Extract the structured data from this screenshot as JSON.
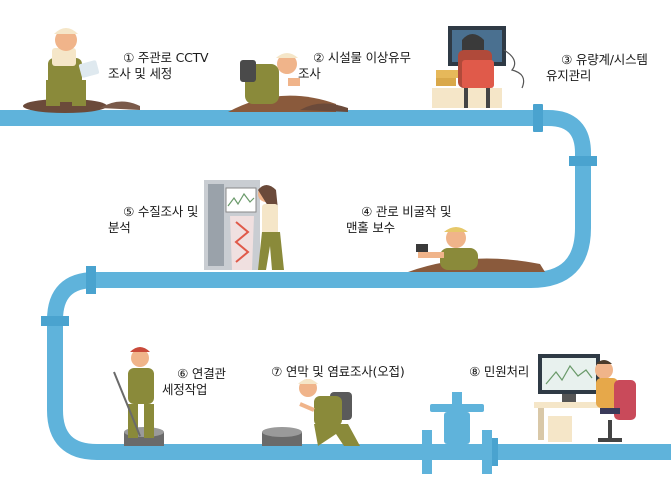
{
  "steps": [
    {
      "num": "①",
      "text": "주관로 CCTV\n조사 및 세정"
    },
    {
      "num": "②",
      "text": "시설물 이상유무\n조사"
    },
    {
      "num": "③",
      "text": "유량계/시스템\n유지관리"
    },
    {
      "num": "④",
      "text": "관로 비굴작 및\n맨홀 보수"
    },
    {
      "num": "⑤",
      "text": "수질조사 및\n분석"
    },
    {
      "num": "⑥",
      "text": "연결관\n세정작업"
    },
    {
      "num": "⑦",
      "text": "연막 및 염료조사(오접)"
    },
    {
      "num": "⑧",
      "text": "민원처리"
    }
  ],
  "colors": {
    "pipe": "#5fb3db",
    "pipe_joint": "#4aa3cf",
    "skin": "#f0b48a",
    "olive": "#8a8a3a",
    "cream": "#f5e6c8",
    "brown_ground": "#8a5a3c",
    "monitor_green": "#cfe6cf",
    "chair_red": "#e05a4a"
  },
  "icons": [
    "worker-cctv-icon",
    "worker-inspection-icon",
    "monitor-operator-icon",
    "worker-repair-icon",
    "water-analysis-icon",
    "worker-manhole-icon",
    "worker-smoke-test-icon",
    "valve-icon",
    "office-desk-icon"
  ]
}
